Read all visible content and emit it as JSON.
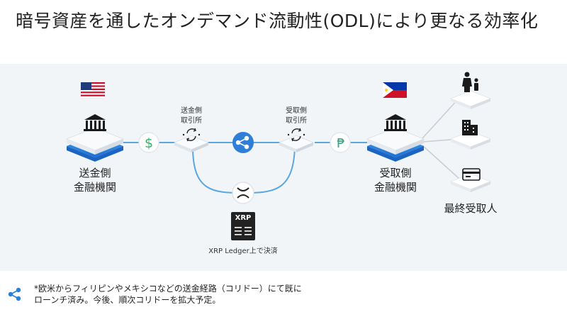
{
  "title": "暗号資産を通したオンデマンド流動性(ODL)により更なる効率化",
  "nodes": {
    "sender_bank": {
      "line1": "送金側",
      "line2": "金融機関",
      "flag": "us-flag",
      "icon": "bank-icon"
    },
    "sender_exchange": {
      "line1": "送金側",
      "line2": "取引所",
      "icon": "exchange-sync-icon"
    },
    "receiver_exchange": {
      "line1": "受取側",
      "line2": "取引所",
      "icon": "exchange-sync-icon"
    },
    "receiver_bank": {
      "line1": "受取側",
      "line2": "金融機関",
      "flag": "ph-flag",
      "icon": "bank-icon"
    },
    "final_recipient": {
      "label": "最終受取人",
      "icons": [
        "family-icon",
        "building-icon",
        "credit-card-icon"
      ]
    }
  },
  "currencies": {
    "usd_icon": "dollar-icon",
    "php_icon": "peso-icon",
    "xrp_icon": "xrp-icon"
  },
  "ledger": {
    "badge": "XRP",
    "caption": "XRP Ledger上で決済"
  },
  "footer": {
    "line1": "*欧米からフィリピンやメキシコなどの送金経路（コリドー）にて既に",
    "line2": "ローンチ済み。今後、順次コリドーを拡大予定。",
    "logo_icon": "ripple-logo-icon"
  },
  "colors": {
    "accent_blue": "#2f7fd8",
    "line_blue": "#5aa6e0",
    "dollar_green": "#35b36b",
    "peso_green": "#33a987",
    "band": "#f2f5f8"
  }
}
